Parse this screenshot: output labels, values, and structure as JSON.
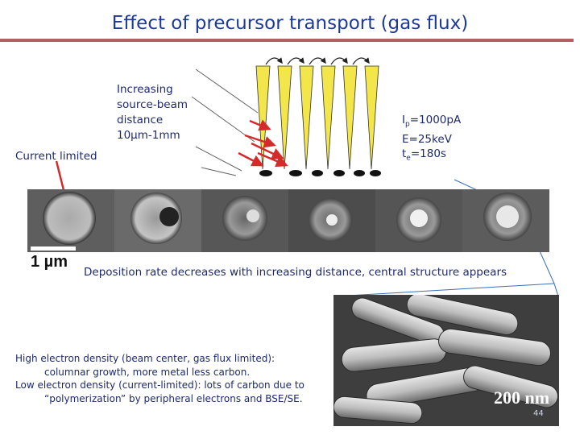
{
  "slide": {
    "title": "Effect of precursor transport (gas flux)",
    "current_limited": "Current limited",
    "source_beam": [
      "Increasing",
      "source-beam",
      "distance",
      "10µm-1mm"
    ],
    "params": {
      "ip": "I",
      "ip_sub": "p",
      "ip_val": "=1000pA",
      "energy": "E=25keV",
      "te": "t",
      "te_sub": "e",
      "te_val": "=180s"
    },
    "scale_label": "1 µm",
    "deposition_caption": "Deposition rate decreases with increasing distance, central structure appears",
    "bottom_lines": {
      "l1": "High electron density (beam center, gas flux limited):",
      "l2": "columnar growth, more metal less carbon.",
      "l3": "Low electron density (current-limited): lots of carbon due to",
      "l4": "“polymerization” by peripheral electrons and BSE/SE."
    },
    "sem_scale": "200 nm",
    "page_number": "44",
    "colors": {
      "title": "#1f3a93",
      "rule": "#b06060",
      "beam": "#f2e64a",
      "arrow_red": "#d42a2a"
    }
  }
}
